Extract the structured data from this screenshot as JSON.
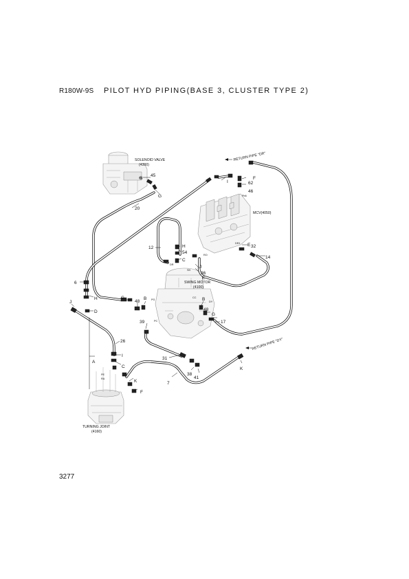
{
  "header": {
    "model": "R180W-9S",
    "title": "PILOT HYD PIPING(BASE 3, CLUSTER TYPE 2)"
  },
  "page_number": "3277",
  "components": {
    "solenoid_valve": {
      "name": "SOLENOID VALVE",
      "code": "(4300)"
    },
    "mcv": {
      "name": "MCV(4050)"
    },
    "swing_motor": {
      "name": "SWING MOTOR",
      "code": "(4100)"
    },
    "turning_joint": {
      "name": "TURNING JOINT",
      "code": "(4160)"
    },
    "return_pipe_dr": "RETURN PIPE \"DR\"",
    "return_pipe_dy": "RETURN PIPE \"DY\""
  },
  "callouts": {
    "n45": "45",
    "n20": "20",
    "n12": "12",
    "n54": "54",
    "n6": "6",
    "n48a": "48",
    "n48b": "48",
    "n39": "39",
    "n26": "26",
    "n31": "31",
    "n38": "38",
    "n41": "41",
    "n7": "7",
    "n17": "17",
    "n14": "14",
    "n32": "32",
    "n62": "62",
    "n46": "46",
    "n36": "36",
    "B1": "B",
    "G1": "G",
    "I1": "I",
    "F1": "F",
    "H1": "H",
    "C1": "C",
    "J1": "J",
    "E1": "E",
    "G2": "G",
    "B2": "B",
    "H2": "H",
    "D1": "D",
    "J2": "J",
    "B3": "B",
    "G3": "G",
    "E2": "E",
    "I2": "I",
    "C2": "C",
    "K1": "K",
    "F2": "F",
    "K2": "K",
    "A1": "A"
  },
  "port_marks": {
    "pi4": "Pi4",
    "pb6": "Pb6",
    "dr1": "DR1",
    "sh": "SH",
    "dr": "DR",
    "pg": "PG",
    "cc": "CC",
    "pc": "PC",
    "dy": "DY",
    "ro": "RO",
    "pe": "PE",
    "ra": "RA"
  }
}
